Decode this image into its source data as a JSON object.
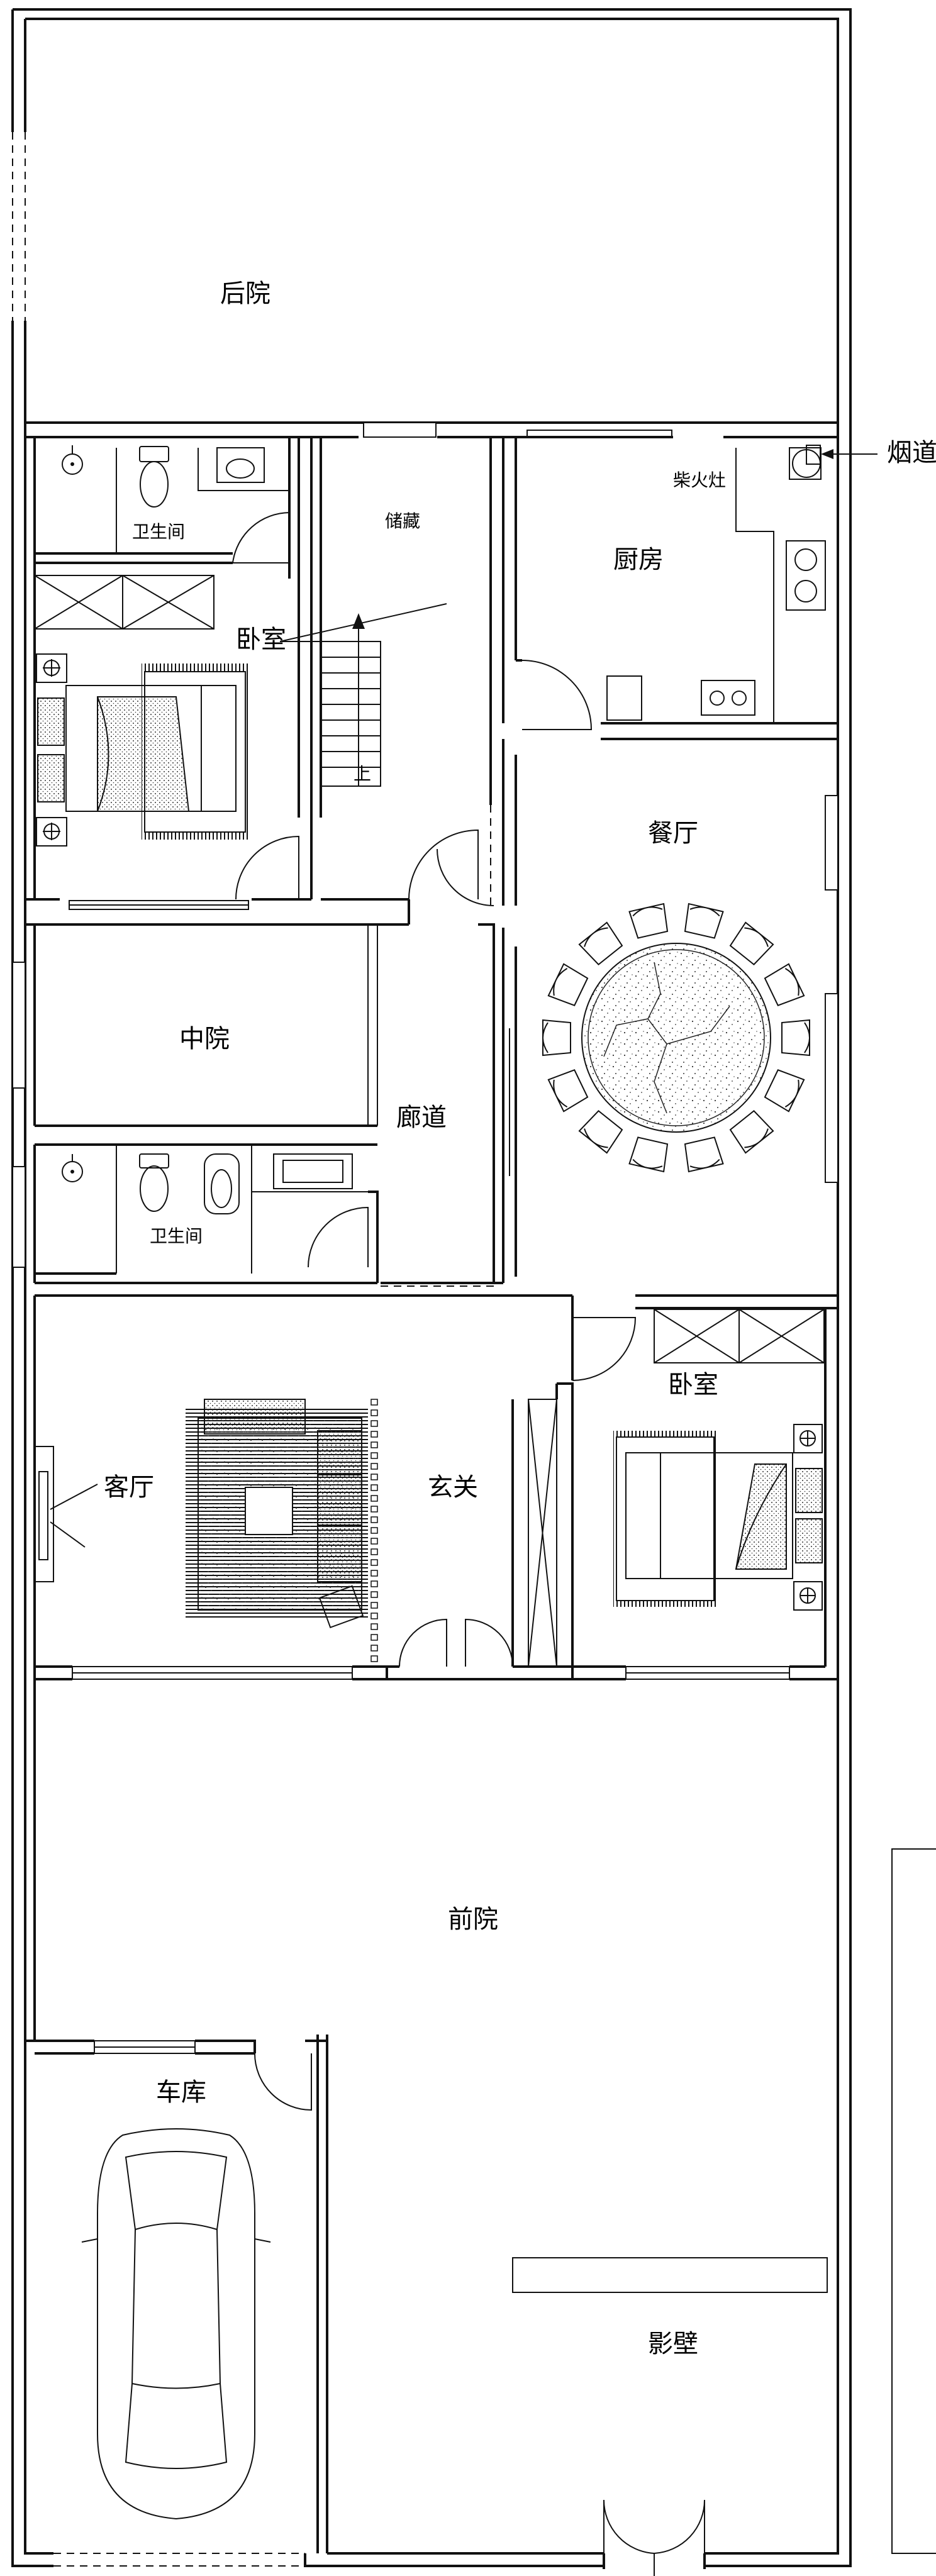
{
  "labels": {
    "backyard": "后院",
    "bathroom_upper": "卫生间",
    "storage": "储藏",
    "kitchen": "厨房",
    "wood_stove": "柴火灶",
    "chimney": "烟道",
    "bedroom_upper": "卧室",
    "stairs_up": "上",
    "dining": "餐厅",
    "middle_court": "中院",
    "corridor": "廊道",
    "bathroom_middle": "卫生间",
    "living_room": "客厅",
    "foyer": "玄关",
    "bedroom_lower": "卧室",
    "front_yard": "前院",
    "garage": "车库",
    "screen_wall": "影壁"
  },
  "dining_chairs": 14
}
